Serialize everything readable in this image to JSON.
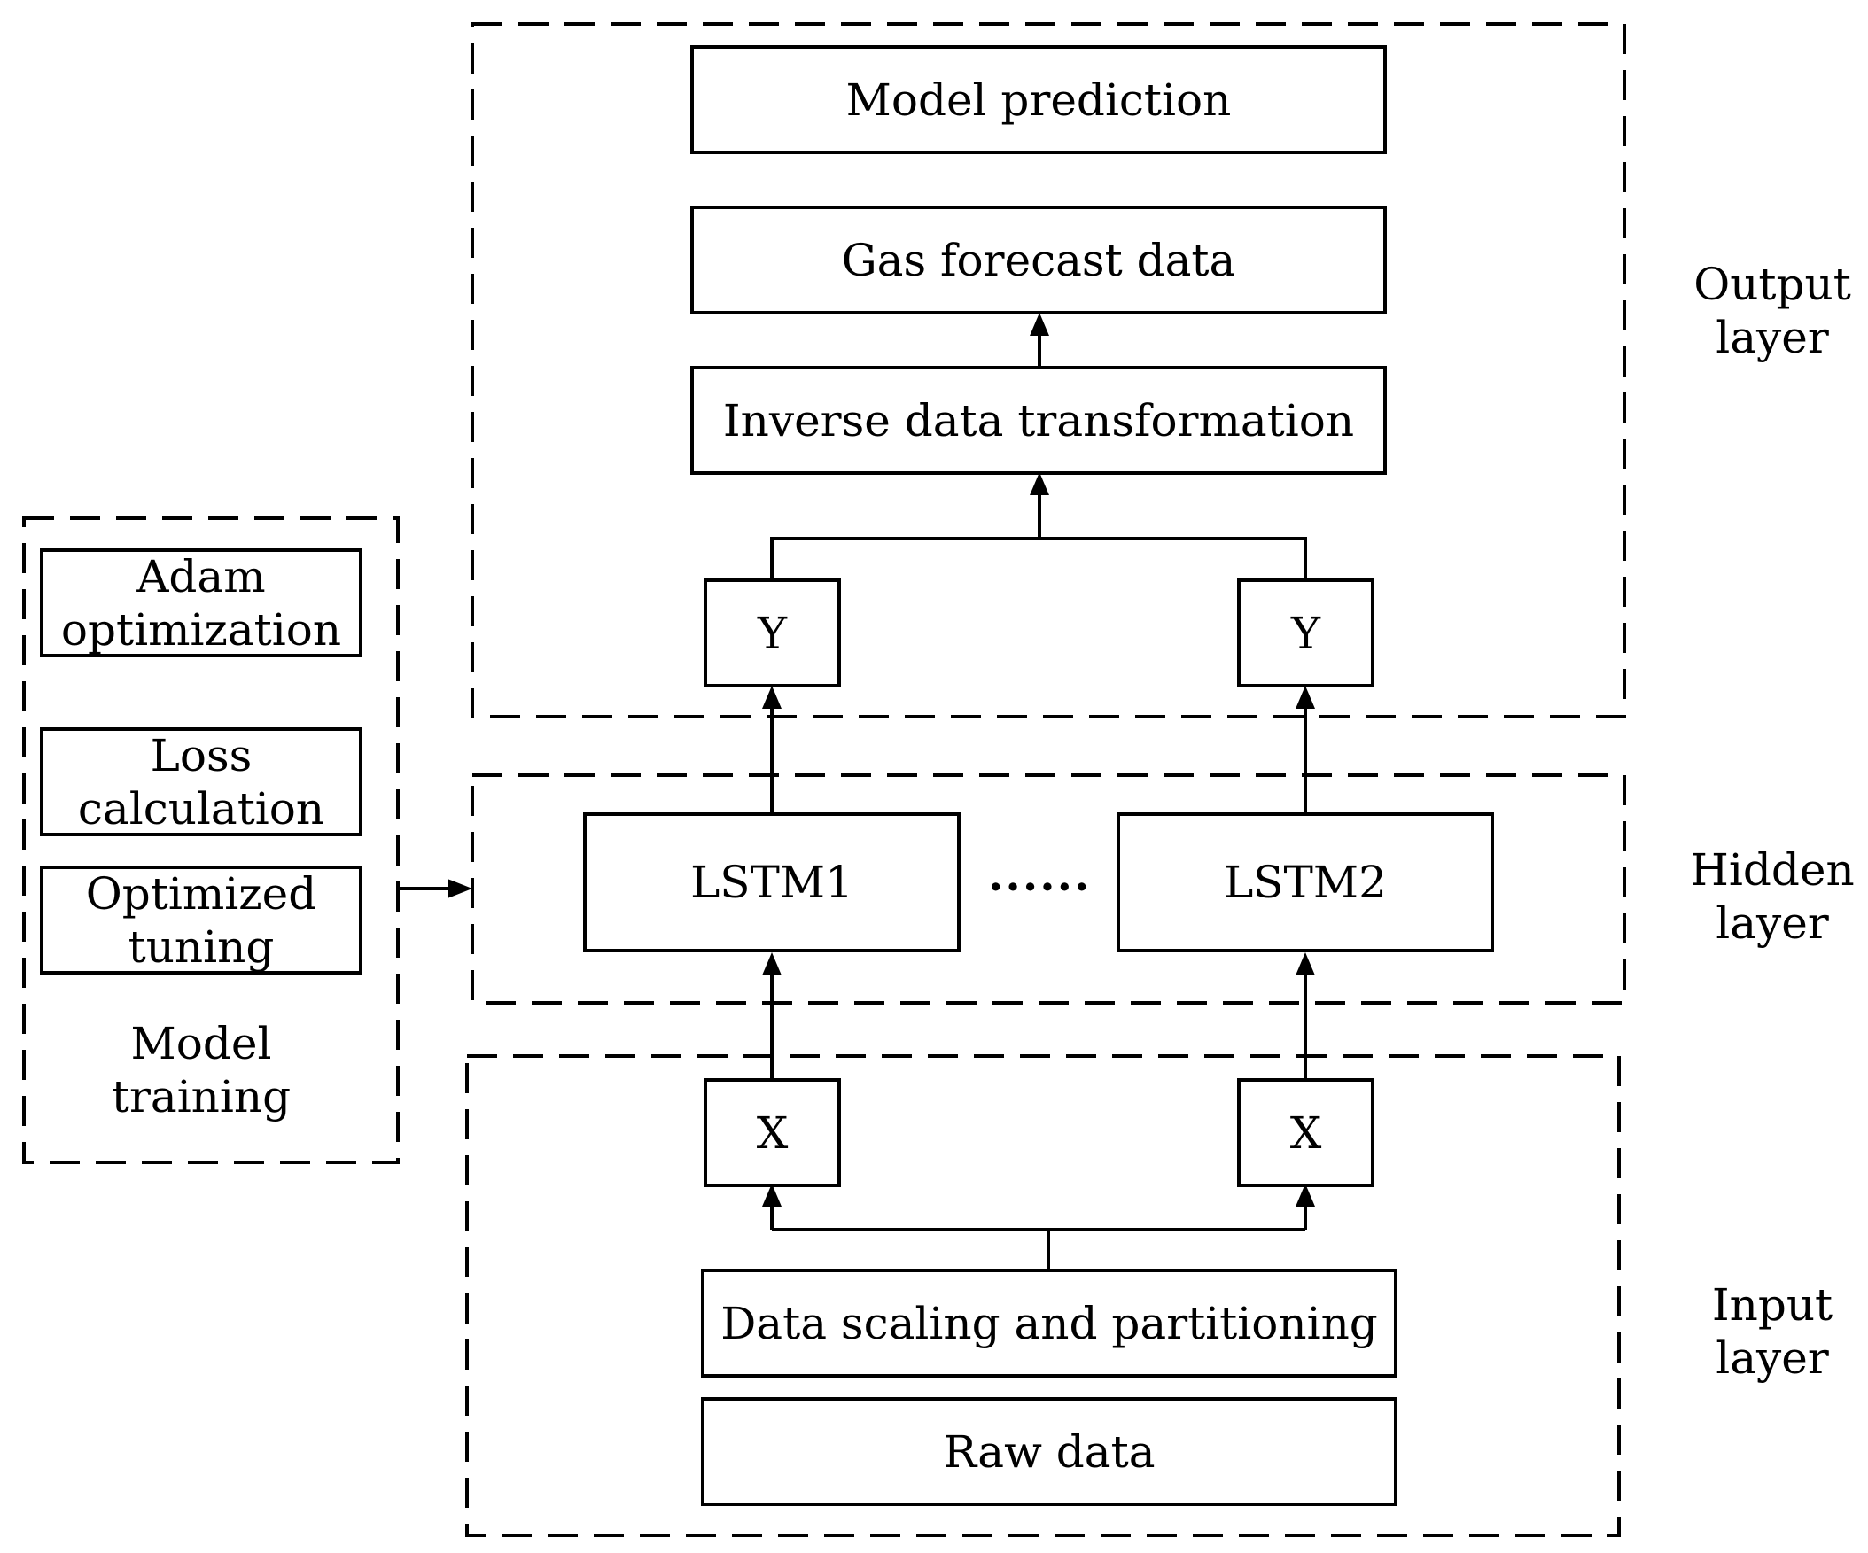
{
  "output_layer": {
    "model_prediction": "Model prediction",
    "gas_forecast": "Gas forecast data",
    "inverse_transform": "Inverse data transformation",
    "y_left": "Y",
    "y_right": "Y",
    "label_line1": "Output",
    "label_line2": "layer"
  },
  "hidden_layer": {
    "lstm1": "LSTM1",
    "lstm2": "LSTM2",
    "ellipsis": "......",
    "label_line1": "Hidden",
    "label_line2": "layer"
  },
  "input_layer": {
    "x_left": "X",
    "x_right": "X",
    "data_scaling": "Data scaling and partitioning",
    "raw_data": "Raw data",
    "label_line1": "Input",
    "label_line2": "layer"
  },
  "model_training": {
    "adam_line1": "Adam",
    "adam_line2": "optimization",
    "loss_line1": "Loss",
    "loss_line2": "calculation",
    "tuning_line1": "Optimized",
    "tuning_line2": "tuning",
    "label_line1": "Model",
    "label_line2": "training"
  }
}
